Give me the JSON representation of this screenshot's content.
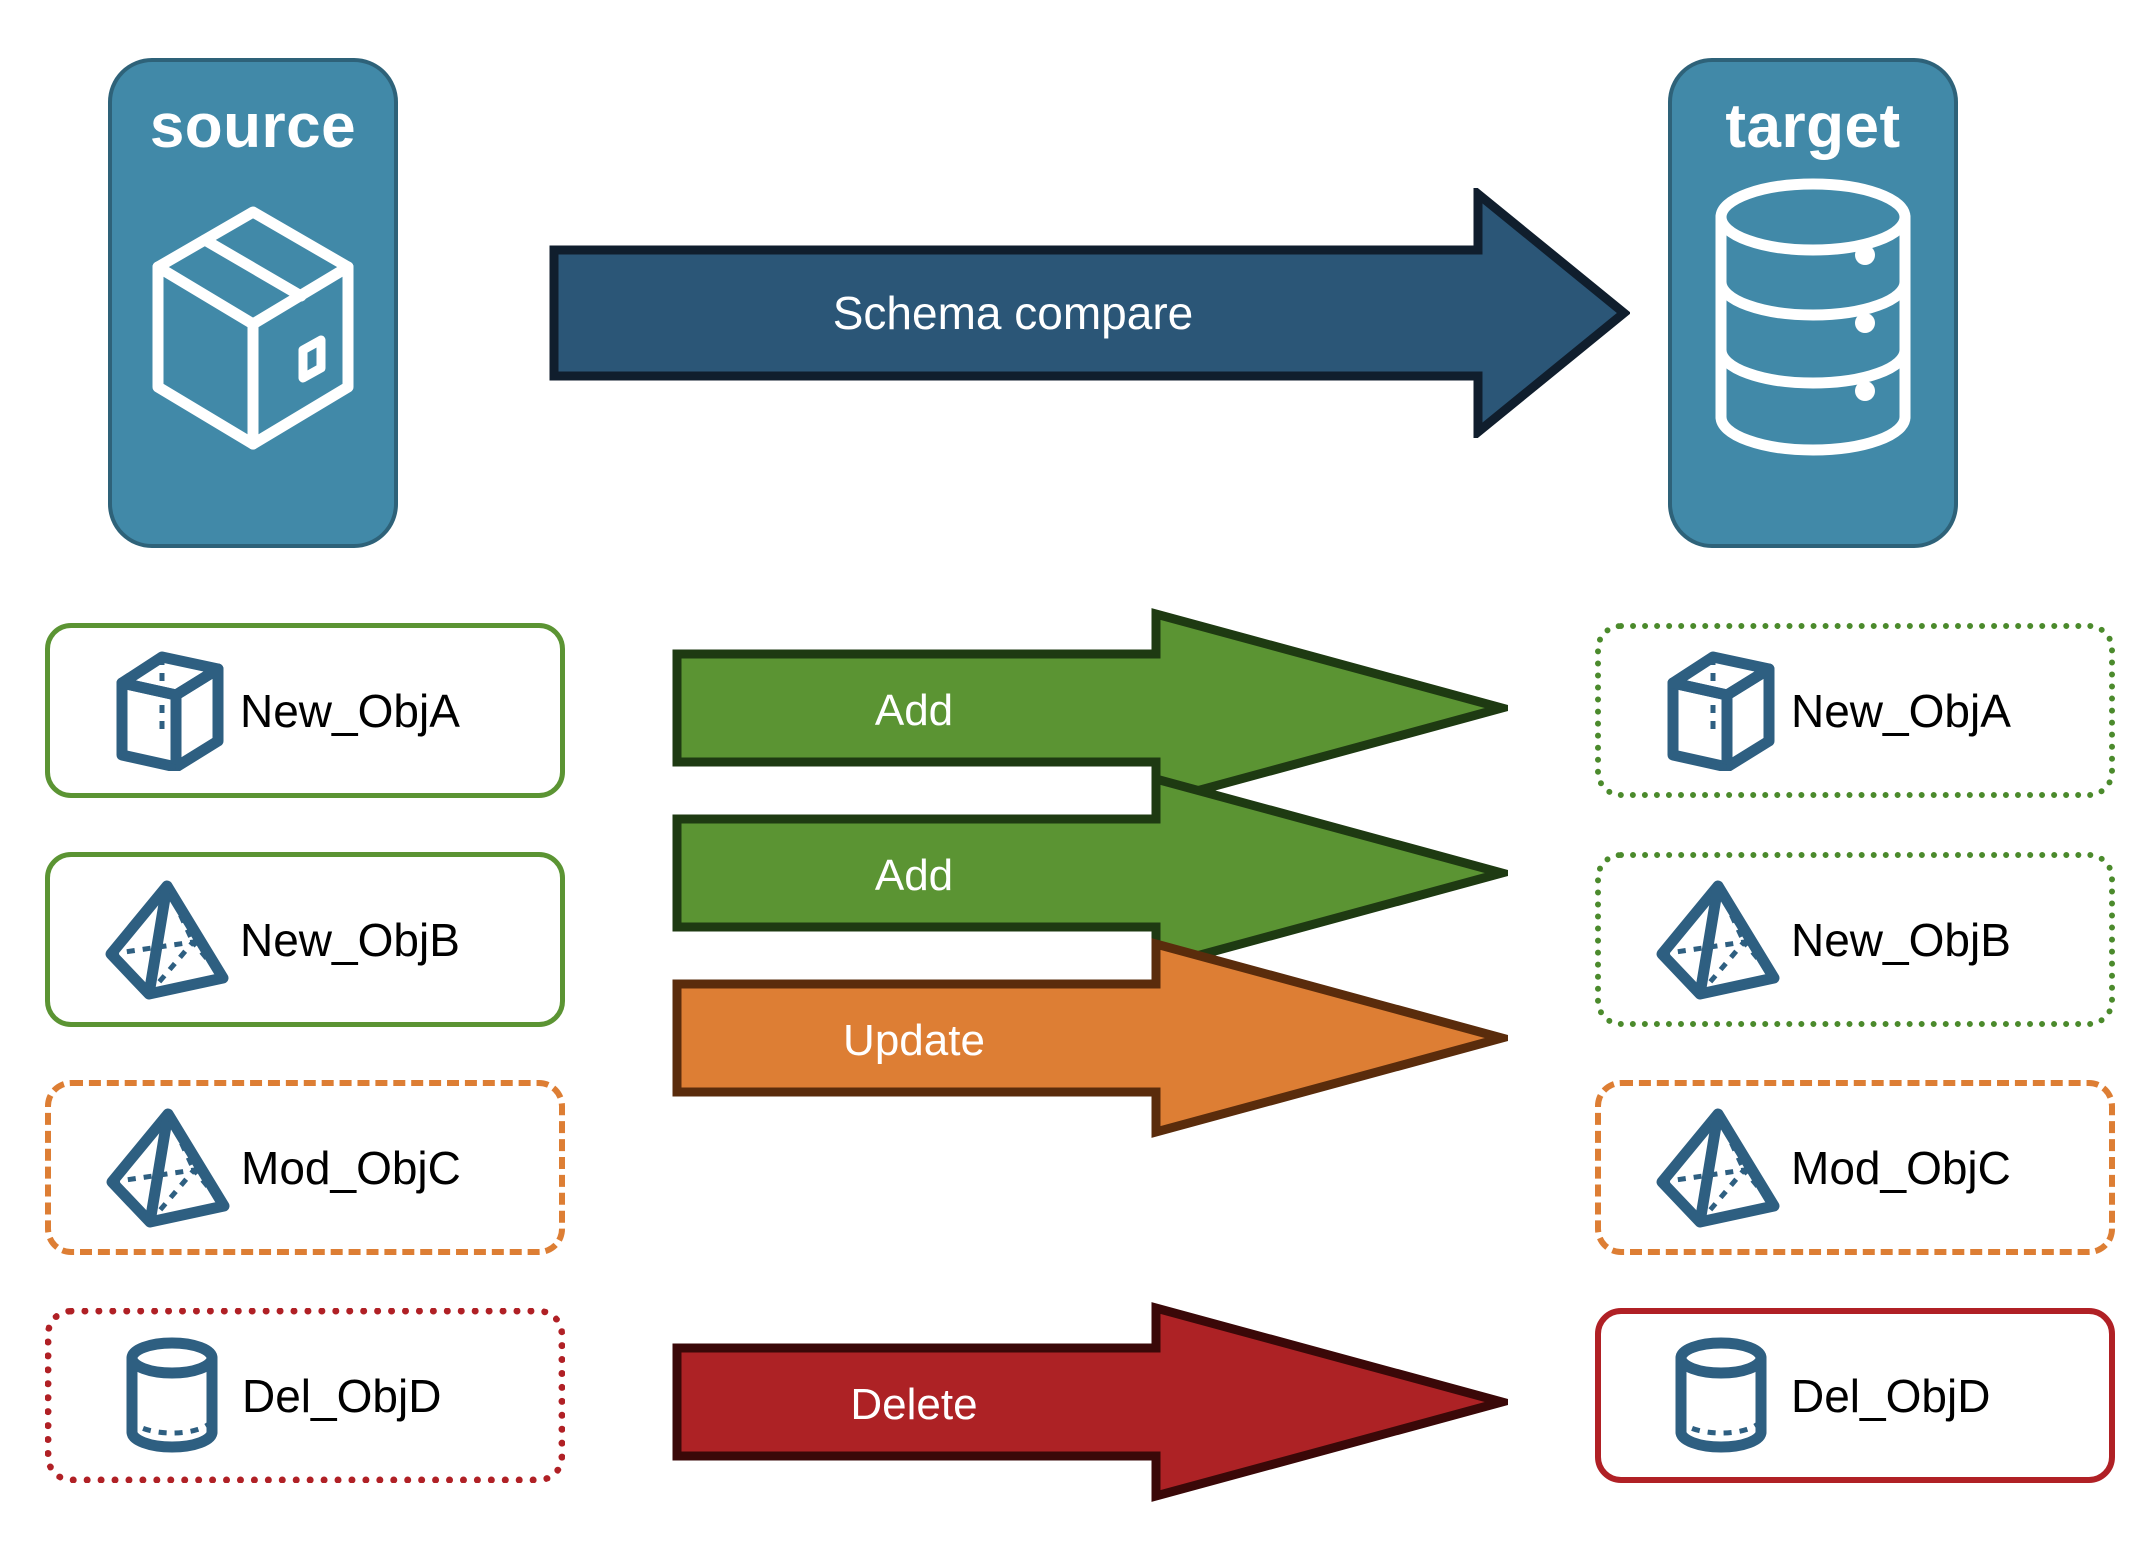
{
  "diagram": {
    "title": "Schema compare between source and target",
    "background": "#ffffff"
  },
  "endpoints": {
    "source": {
      "label": "source",
      "icon": "package-cube-icon",
      "fill": "#4189a8",
      "stroke": "#2e6279",
      "text_color": "#ffffff"
    },
    "target": {
      "label": "target",
      "icon": "database-cylinder-icon",
      "fill": "#4189a8",
      "stroke": "#2e6279",
      "text_color": "#ffffff"
    }
  },
  "main_arrow": {
    "label": "Schema compare",
    "fill": "#2b5677",
    "stroke": "#101e2d",
    "text_color": "#ffffff"
  },
  "legend_colors": {
    "add": "#5b9433",
    "add_stroke": "#1e3a12",
    "update": "#dd7e34",
    "update_stroke": "#5a2c0c",
    "delete": "#ad2225",
    "delete_stroke": "#3a0808",
    "object_icon": "#2e5f81",
    "source_add_border": "#5b9433",
    "target_add_border": "#4b8a2c",
    "update_border": "#dd7e34",
    "delete_border": "#b02025"
  },
  "rows": [
    {
      "action": "Add",
      "arrow_fill": "#5b9433",
      "arrow_stroke": "#1e3a12",
      "source": {
        "label": "New_ObjA",
        "icon": "wireframe-cube-icon",
        "border_color": "#5b9433",
        "border_style": "solid",
        "border_width": 5
      },
      "target": {
        "label": "New_ObjA",
        "icon": "wireframe-cube-icon",
        "border_color": "#4b8a2c",
        "border_style": "dotted",
        "border_width": 6
      }
    },
    {
      "action": "Add",
      "arrow_fill": "#5b9433",
      "arrow_stroke": "#1e3a12",
      "source": {
        "label": "New_ObjB",
        "icon": "wireframe-pyramid-icon",
        "border_color": "#5b9433",
        "border_style": "solid",
        "border_width": 5
      },
      "target": {
        "label": "New_ObjB",
        "icon": "wireframe-pyramid-icon",
        "border_color": "#4b8a2c",
        "border_style": "dotted",
        "border_width": 6
      }
    },
    {
      "action": "Update",
      "arrow_fill": "#dd7e34",
      "arrow_stroke": "#5a2c0c",
      "source": {
        "label": "Mod_ObjC",
        "icon": "wireframe-pyramid-icon",
        "border_color": "#dd7e34",
        "border_style": "dashed",
        "border_width": 6
      },
      "target": {
        "label": "Mod_ObjC",
        "icon": "wireframe-pyramid-icon",
        "border_color": "#dd7e34",
        "border_style": "dashed",
        "border_width": 6
      }
    },
    {
      "action": "Delete",
      "arrow_fill": "#ad2225",
      "arrow_stroke": "#3a0808",
      "source": {
        "label": "Del_ObjD",
        "icon": "wireframe-cylinder-icon",
        "border_color": "#b02025",
        "border_style": "dotted",
        "border_width": 7
      },
      "target": {
        "label": "Del_ObjD",
        "icon": "wireframe-cylinder-icon",
        "border_color": "#b02025",
        "border_style": "solid",
        "border_width": 6
      }
    }
  ]
}
